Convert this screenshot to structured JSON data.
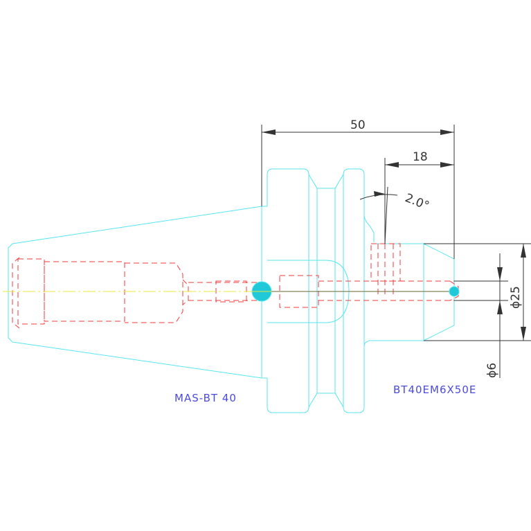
{
  "colors": {
    "outline": "#55e6f2",
    "hidden": "#f23a3a",
    "centerline": "#e8e83c",
    "dimension": "#333333",
    "label": "#4a4ae0"
  },
  "dimensions": {
    "overall_length": "50",
    "tip_length": "18",
    "angle": "2.0°",
    "diameter_outer": "ϕ25",
    "diameter_bore": "ϕ6"
  },
  "labels": {
    "shank": "MAS-BT 40",
    "part_number": "BT40EM6X50E"
  }
}
